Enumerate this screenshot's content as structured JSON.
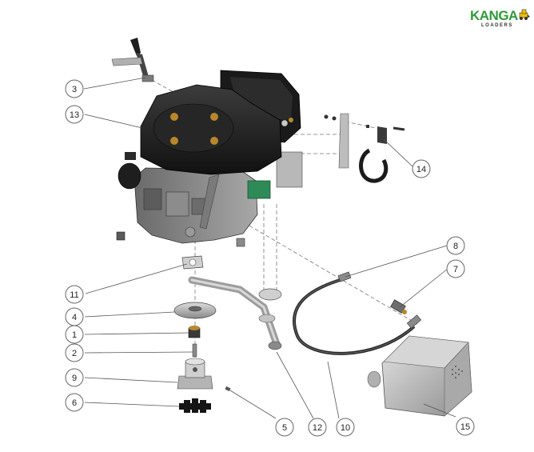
{
  "brand": {
    "name": "KANGA",
    "subtitle": "LOADERS",
    "color": "#2f9a3a"
  },
  "colors": {
    "line": "#555555",
    "callout_stroke": "#666666",
    "engine_dark": "#1c1c1c",
    "engine_mid": "#3a3a3a",
    "metal_light": "#c8c8c8",
    "metal_mid": "#9a9a9a",
    "hose": "#2a2a2a",
    "green_accent": "#2e8b57",
    "brass": "#b8862b"
  },
  "callouts": [
    {
      "id": "3",
      "label": "3",
      "part": "throttle-control-lever"
    },
    {
      "id": "13",
      "label": "13",
      "part": "engine"
    },
    {
      "id": "14",
      "label": "14",
      "part": "mounting-bracket-kit"
    },
    {
      "id": "8",
      "label": "8",
      "part": "fuel-hose"
    },
    {
      "id": "7",
      "label": "7",
      "part": "hose-fitting"
    },
    {
      "id": "11",
      "label": "11",
      "part": "exhaust-gasket"
    },
    {
      "id": "4",
      "label": "4",
      "part": "shaft-flange"
    },
    {
      "id": "1",
      "label": "1",
      "part": "bushing"
    },
    {
      "id": "2",
      "label": "2",
      "part": "key-pin"
    },
    {
      "id": "9",
      "label": "9",
      "part": "coupling-hub"
    },
    {
      "id": "6",
      "label": "6",
      "part": "spider-coupling-insert"
    },
    {
      "id": "5",
      "label": "5",
      "part": "set-screw"
    },
    {
      "id": "12",
      "label": "12",
      "part": "exhaust-pipe"
    },
    {
      "id": "10",
      "label": "10",
      "part": "return-hose"
    },
    {
      "id": "15",
      "label": "15",
      "part": "muffler"
    }
  ]
}
